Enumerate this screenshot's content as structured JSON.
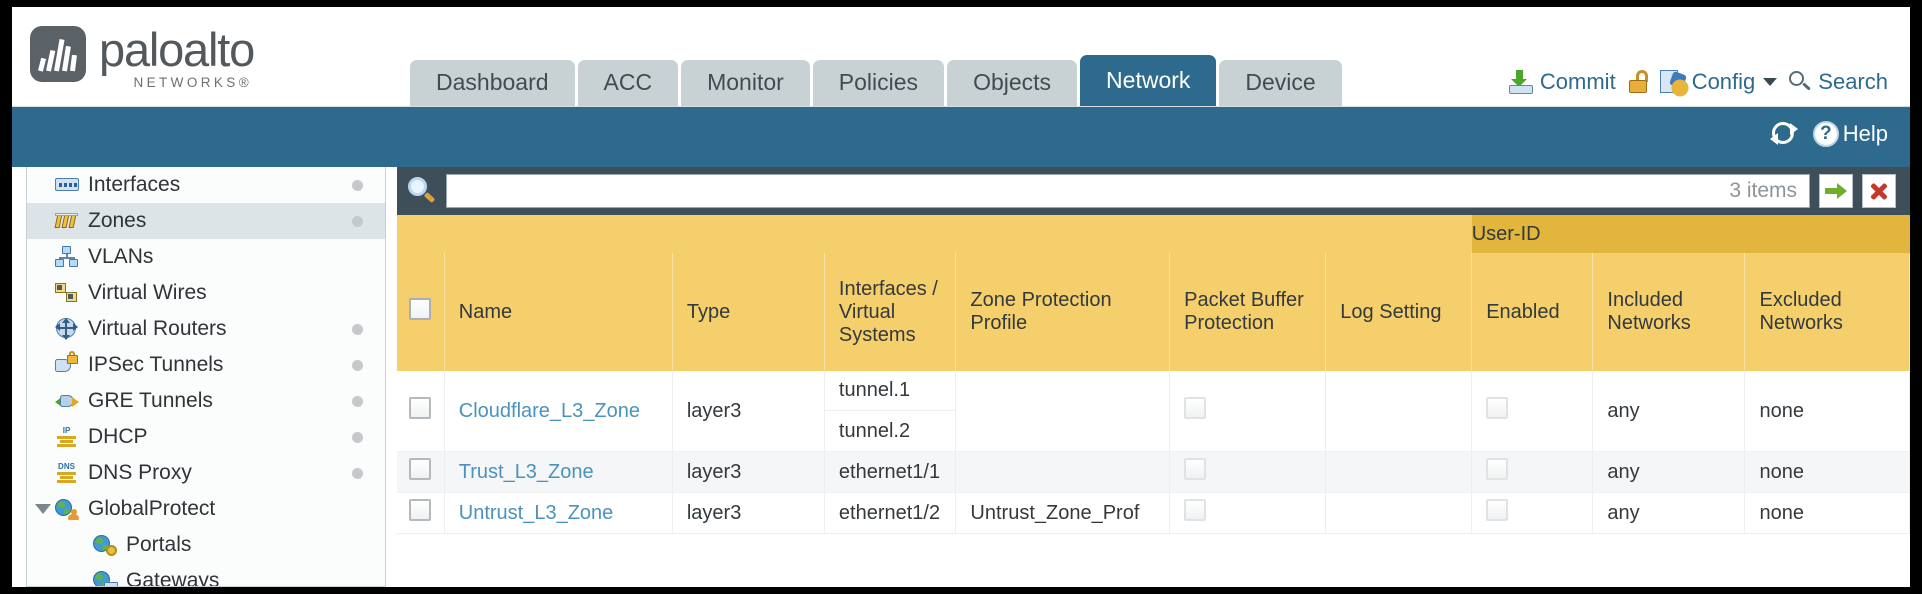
{
  "brand": {
    "name": "paloalto",
    "tagline": "NETWORKS",
    "registered": "®"
  },
  "nav": {
    "tabs": [
      {
        "label": "Dashboard",
        "active": false
      },
      {
        "label": "ACC",
        "active": false
      },
      {
        "label": "Monitor",
        "active": false
      },
      {
        "label": "Policies",
        "active": false
      },
      {
        "label": "Objects",
        "active": false
      },
      {
        "label": "Network",
        "active": true
      },
      {
        "label": "Device",
        "active": false
      }
    ]
  },
  "header_actions": {
    "commit": "Commit",
    "config": "Config",
    "search": "Search"
  },
  "toolbar": {
    "help": "Help"
  },
  "sidebar": {
    "items": [
      {
        "label": "Interfaces",
        "icon": "interfaces-icon",
        "dot": true,
        "selected": false,
        "child": false,
        "expandable": false
      },
      {
        "label": "Zones",
        "icon": "zones-icon",
        "dot": true,
        "selected": true,
        "child": false,
        "expandable": false
      },
      {
        "label": "VLANs",
        "icon": "vlans-icon",
        "dot": false,
        "selected": false,
        "child": false,
        "expandable": false
      },
      {
        "label": "Virtual Wires",
        "icon": "virtual-wires-icon",
        "dot": false,
        "selected": false,
        "child": false,
        "expandable": false
      },
      {
        "label": "Virtual Routers",
        "icon": "virtual-routers-icon",
        "dot": true,
        "selected": false,
        "child": false,
        "expandable": false
      },
      {
        "label": "IPSec Tunnels",
        "icon": "ipsec-tunnels-icon",
        "dot": true,
        "selected": false,
        "child": false,
        "expandable": false
      },
      {
        "label": "GRE Tunnels",
        "icon": "gre-tunnels-icon",
        "dot": false,
        "selected": false,
        "child": false,
        "expandable": false
      },
      {
        "label": "DHCP",
        "icon": "dhcp-icon",
        "dot": true,
        "selected": false,
        "child": false,
        "expandable": false
      },
      {
        "label": "DNS Proxy",
        "icon": "dns-proxy-icon",
        "dot": true,
        "selected": false,
        "child": false,
        "expandable": false
      },
      {
        "label": "GlobalProtect",
        "icon": "globalprotect-icon",
        "dot": false,
        "selected": false,
        "child": false,
        "expandable": true
      },
      {
        "label": "Portals",
        "icon": "portals-icon",
        "dot": false,
        "selected": false,
        "child": true,
        "expandable": false
      },
      {
        "label": "Gateways",
        "icon": "gateways-icon",
        "dot": false,
        "selected": false,
        "child": true,
        "expandable": false
      }
    ]
  },
  "filter": {
    "value": "",
    "item_count": "3 items",
    "apply_title": "apply-filter",
    "clear_title": "clear-filter"
  },
  "table": {
    "group_header": "User-ID",
    "columns": [
      "Name",
      "Type",
      "Interfaces / Virtual Systems",
      "Zone Protection Profile",
      "Packet Buffer Protection",
      "Log Setting",
      "Enabled",
      "Included Networks",
      "Excluded Networks"
    ],
    "rows": [
      {
        "name": "Cloudflare_L3_Zone",
        "type": "layer3",
        "interfaces": [
          "tunnel.1",
          "tunnel.2"
        ],
        "zone_protection_profile": "",
        "packet_buffer_protection": false,
        "log_setting": "",
        "userid_enabled": false,
        "included_networks": "any",
        "excluded_networks": "none"
      },
      {
        "name": "Trust_L3_Zone",
        "type": "layer3",
        "interfaces": [
          "ethernet1/1"
        ],
        "zone_protection_profile": "",
        "packet_buffer_protection": false,
        "log_setting": "",
        "userid_enabled": false,
        "included_networks": "any",
        "excluded_networks": "none"
      },
      {
        "name": "Untrust_L3_Zone",
        "type": "layer3",
        "interfaces": [
          "ethernet1/2"
        ],
        "zone_protection_profile": "Untrust_Zone_Prof",
        "packet_buffer_protection": false,
        "log_setting": "",
        "userid_enabled": false,
        "included_networks": "any",
        "excluded_networks": "none"
      }
    ]
  },
  "colors": {
    "brand_blue": "#2e6a8e",
    "header_yellow": "#f4cf6b",
    "group_yellow": "#e2b53c",
    "link_blue": "#4a93bd",
    "panel_dark": "#3f4f5a"
  }
}
